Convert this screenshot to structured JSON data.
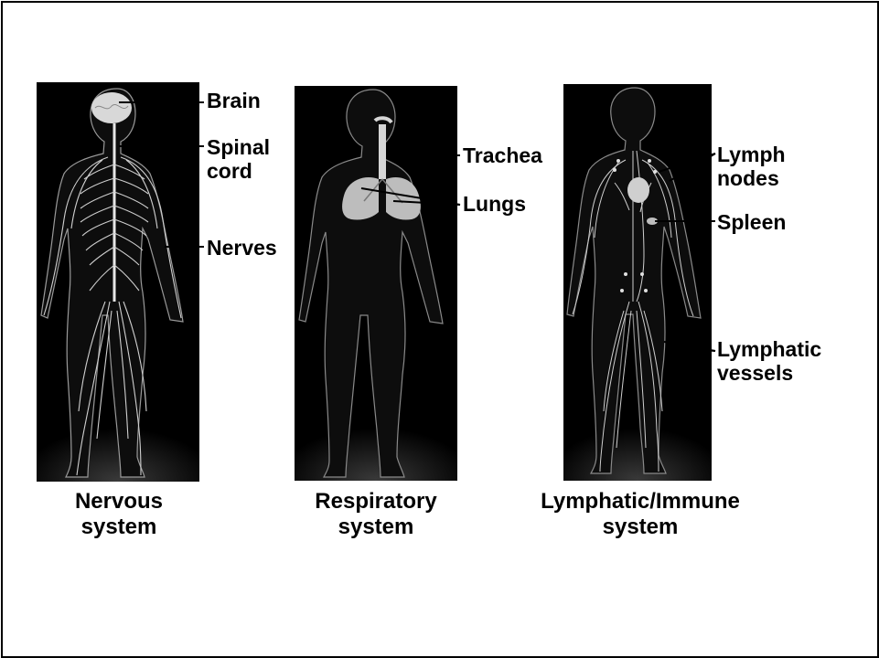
{
  "colors": {
    "panel_background": "#000000",
    "body_silhouette": "#0d0d0d",
    "body_highlight": "#d0d0d0",
    "leader_line": "#000000",
    "text": "#000000"
  },
  "panels": [
    {
      "id": "nervous",
      "caption": "Nervous\nsystem",
      "labels": {
        "brain": "Brain",
        "spinal_cord": "Spinal\ncord",
        "nerves": "Nerves"
      }
    },
    {
      "id": "respiratory",
      "caption": "Respiratory\nsystem",
      "labels": {
        "trachea": "Trachea",
        "lungs": "Lungs"
      }
    },
    {
      "id": "lymphatic",
      "caption": "Lymphatic/Immune\nsystem",
      "labels": {
        "lymph_nodes": "Lymph\nnodes",
        "spleen": "Spleen",
        "lymphatic_vessels": "Lymphatic\nvessels"
      }
    }
  ]
}
